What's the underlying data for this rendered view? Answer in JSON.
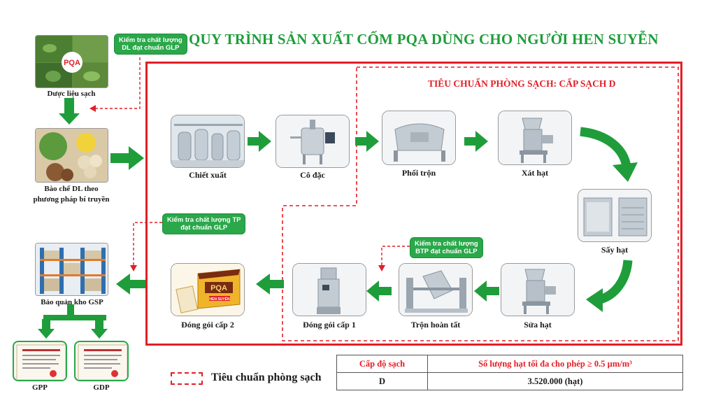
{
  "title": "QUY TRÌNH SẢN XUẤT CỐM PQA DÙNG CHO NGƯỜI HEN SUYỄN",
  "clean_zone_title": "TIÊU CHUẨN PHÒNG SẠCH: CẤP SẠCH D",
  "colors": {
    "green": "#1f9d3a",
    "red": "#e21f26",
    "badge_green": "#2aa84a"
  },
  "left_column": {
    "raw_material": "Dược liệu sạch",
    "preparation_line1": "Bào chế DL theo",
    "preparation_line2": "phương pháp bí truyền",
    "storage": "Bảo quản kho GSP",
    "cert_gpp": "GPP",
    "cert_gdp": "GDP",
    "logo_text": "PQA"
  },
  "badges": {
    "raw_qc": [
      "Kiểm tra chất lượng",
      "DL đạt chuẩn GLP"
    ],
    "finished_qc": [
      "Kiểm tra chất lượng TP",
      "đạt chuẩn GLP"
    ],
    "semi_qc": [
      "Kiểm tra chất lượng",
      "BTP đạt chuẩn GLP"
    ]
  },
  "steps": {
    "extraction": "Chiết xuất",
    "concentration": "Cô đặc",
    "mixing": "Phối trộn",
    "granulating": "Xát hạt",
    "drying": "Sấy hạt",
    "sizing": "Sửa hạt",
    "final_mixing": "Trộn hoàn tất",
    "packing_1": "Đóng gói cấp 1",
    "packing_2": "Đóng gói cấp 2"
  },
  "product_box": {
    "brand": "PQA",
    "sub": "HEN SUYỄN"
  },
  "legend": {
    "label": "Tiêu chuẩn phòng sạch"
  },
  "spec_table": {
    "header": [
      "Cấp độ sạch",
      "Số lượng hạt tối đa cho phép ≥ 0.5 µm/m³"
    ],
    "row": [
      "D",
      "3.520.000 (hạt)"
    ]
  }
}
